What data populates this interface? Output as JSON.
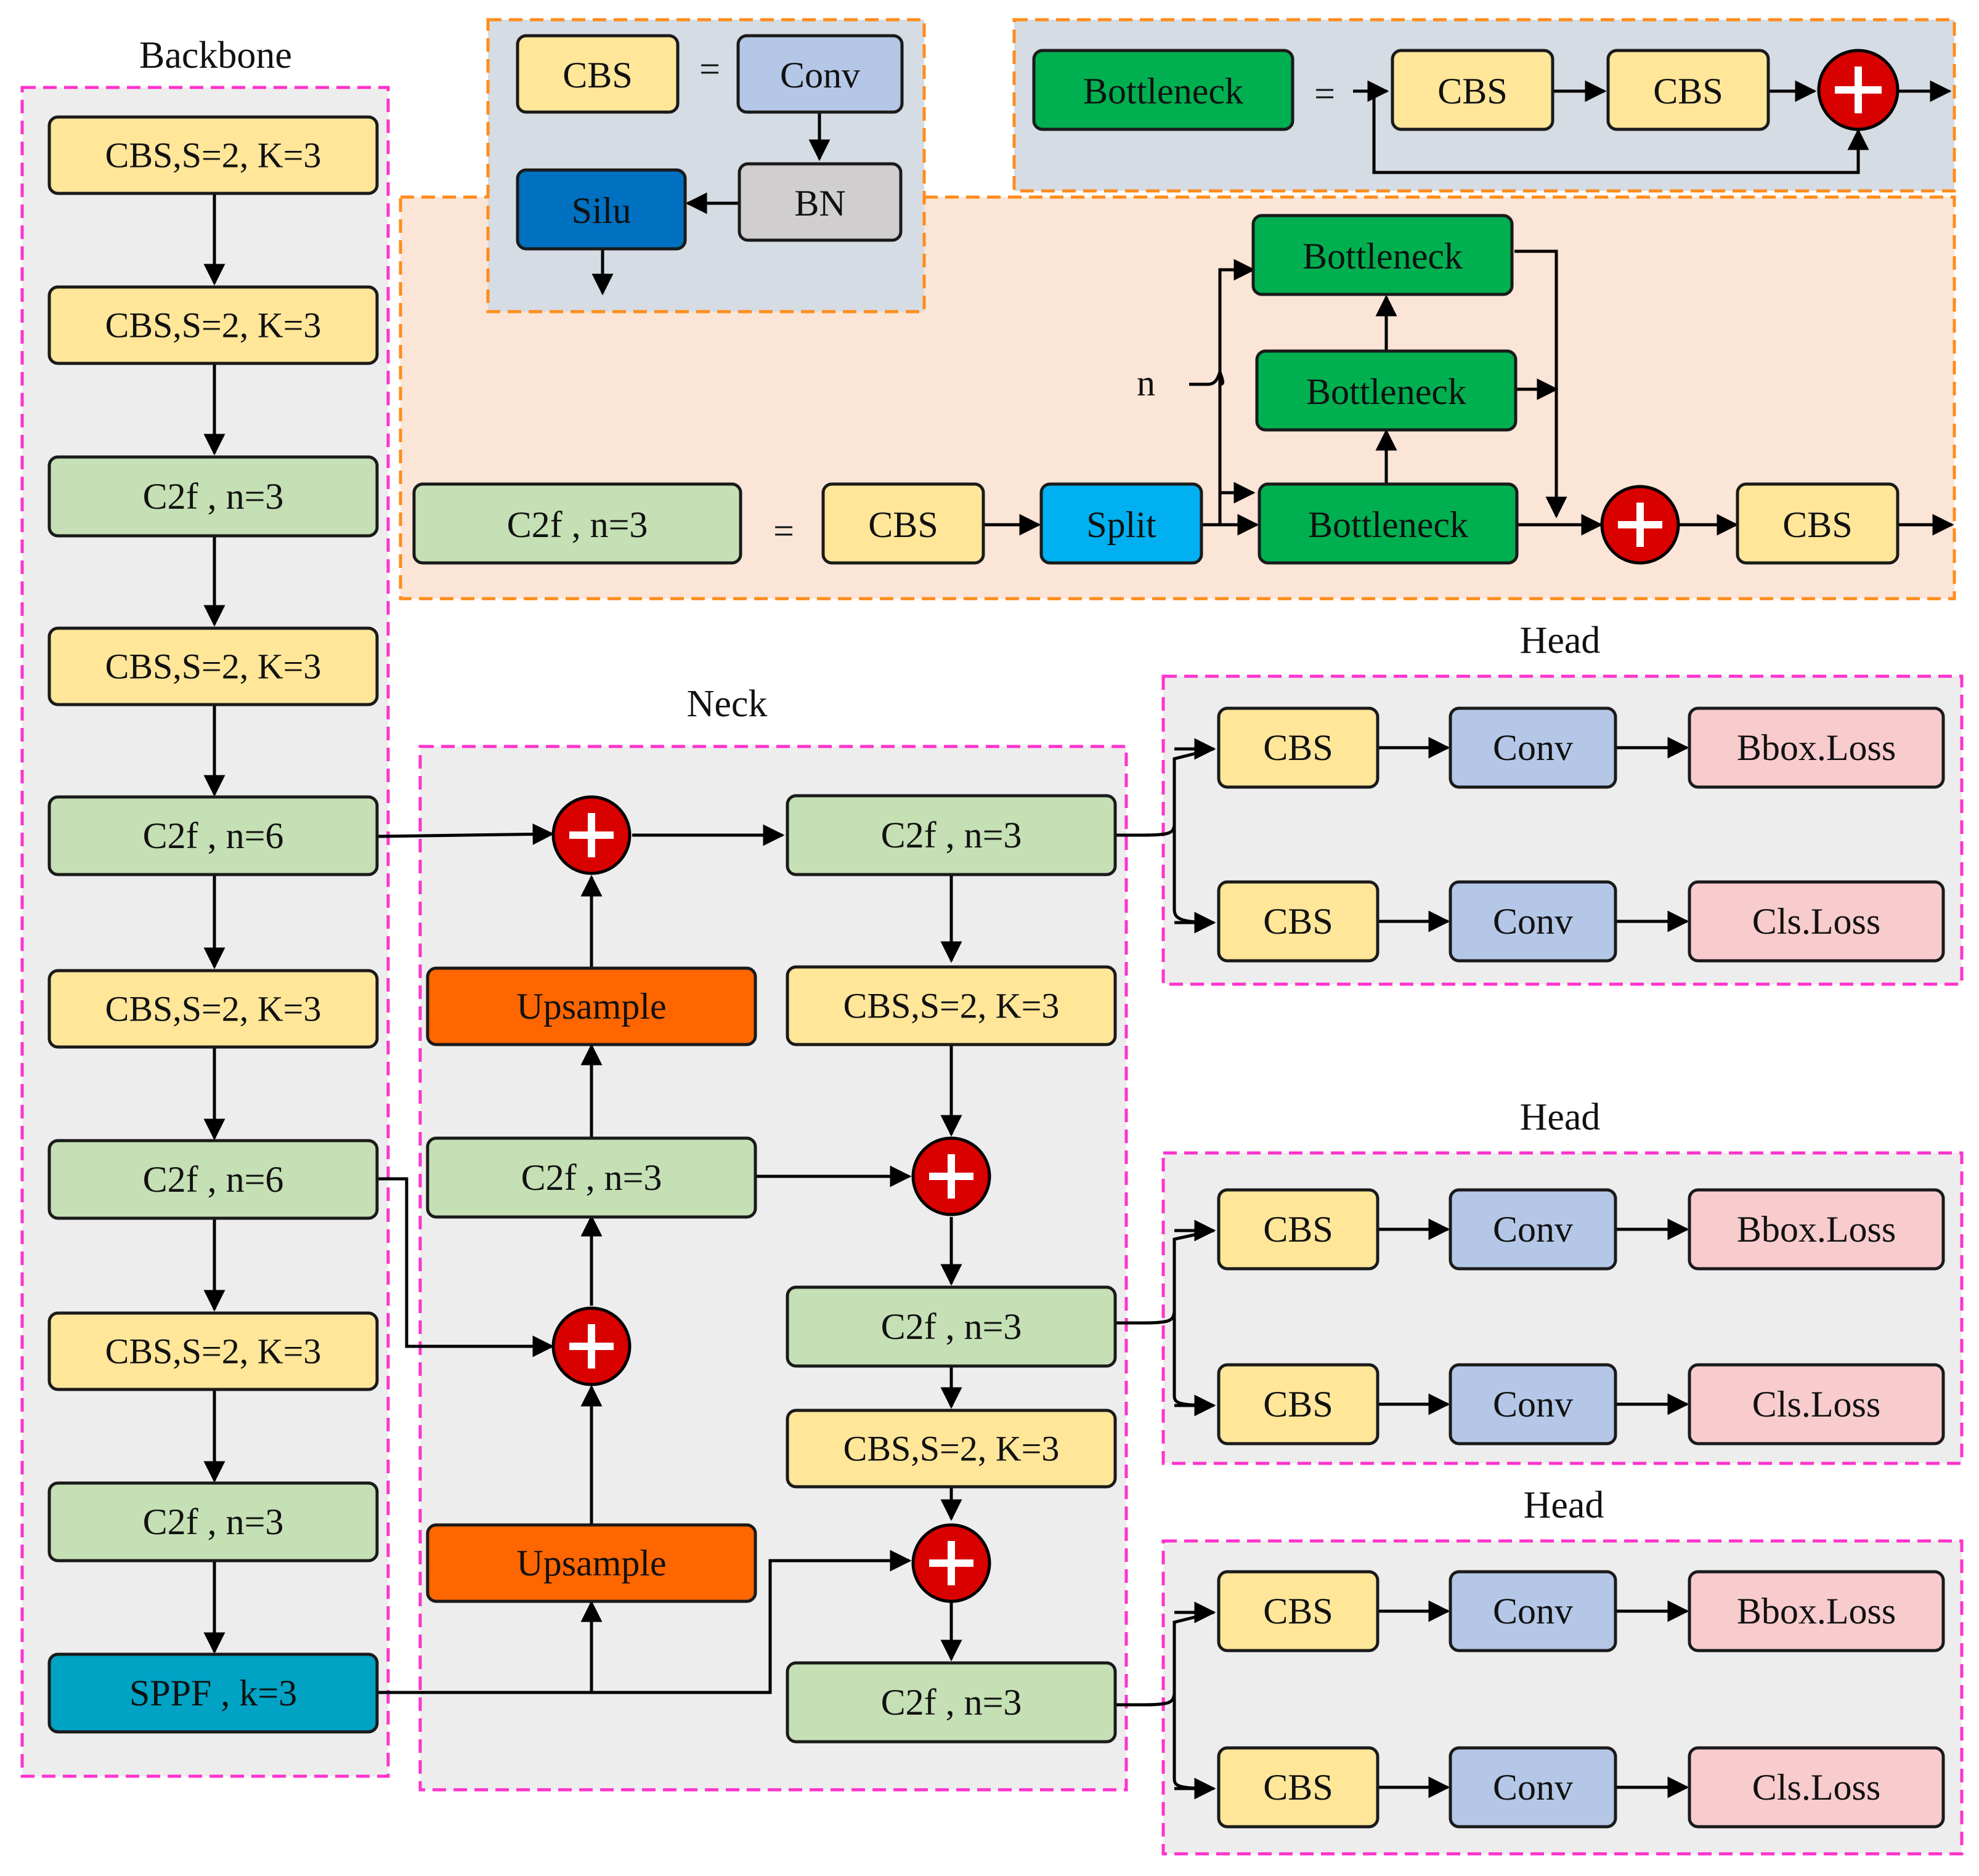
{
  "colors": {
    "cbs": "#FFE699",
    "c2f": "#C5E0B4",
    "conv": "#B4C7E7",
    "bn": "#D0CECE",
    "silu": "#0070C0",
    "bottleneck": "#00B050",
    "split": "#00B0F0",
    "upsample": "#FF6600",
    "sppf": "#00A3C4",
    "loss": "#F8CBCD",
    "add_fill": "#D90000",
    "region_fill": "#EDEDED",
    "legend_fill": "#D5DCE4",
    "c2f_panel_fill": "#FBE5D6",
    "magenta_border": "#FF33CC",
    "orange_border": "#FF8C1A"
  },
  "sections": {
    "backbone": "Backbone",
    "neck": "Neck",
    "head_1": "Head",
    "head_2": "Head",
    "head_3": "Head"
  },
  "legend_cbs": {
    "cbs": "CBS",
    "eq": "=",
    "conv": "Conv",
    "bn": "BN",
    "silu": "Silu"
  },
  "legend_bottleneck": {
    "bottleneck": "Bottleneck",
    "eq": "=",
    "cbs_1": "CBS",
    "cbs_2": "CBS"
  },
  "legend_c2f": {
    "c2f": "C2f , n=3",
    "eq": "=",
    "cbs_in": "CBS",
    "split": "Split",
    "bottleneck_1": "Bottleneck",
    "bottleneck_2": "Bottleneck",
    "bottleneck_3": "Bottleneck",
    "n": "n",
    "cbs_out": "CBS"
  },
  "backbone": {
    "b1": "CBS,S=2, K=3",
    "b2": "CBS,S=2, K=3",
    "b3": "C2f , n=3",
    "b4": "CBS,S=2, K=3",
    "b5": "C2f , n=6",
    "b6": "CBS,S=2, K=3",
    "b7": "C2f , n=6",
    "b8": "CBS,S=2, K=3",
    "b9": "C2f , n=3",
    "b10": "SPPF , k=3"
  },
  "neck": {
    "upsample_1": "Upsample",
    "c2f_left": "C2f , n=3",
    "upsample_2": "Upsample",
    "c2f_out_1": "C2f , n=3",
    "cbs_1": "CBS,S=2, K=3",
    "c2f_out_2": "C2f , n=3",
    "cbs_2": "CBS,S=2, K=3",
    "c2f_out_3": "C2f , n=3"
  },
  "heads": [
    {
      "cbs_a": "CBS",
      "conv_a": "Conv",
      "loss_a": "Bbox.Loss",
      "cbs_b": "CBS",
      "conv_b": "Conv",
      "loss_b": "Cls.Loss"
    },
    {
      "cbs_a": "CBS",
      "conv_a": "Conv",
      "loss_a": "Bbox.Loss",
      "cbs_b": "CBS",
      "conv_b": "Conv",
      "loss_b": "Cls.Loss"
    },
    {
      "cbs_a": "CBS",
      "conv_a": "Conv",
      "loss_a": "Bbox.Loss",
      "cbs_b": "CBS",
      "conv_b": "Conv",
      "loss_b": "Cls.Loss"
    }
  ]
}
